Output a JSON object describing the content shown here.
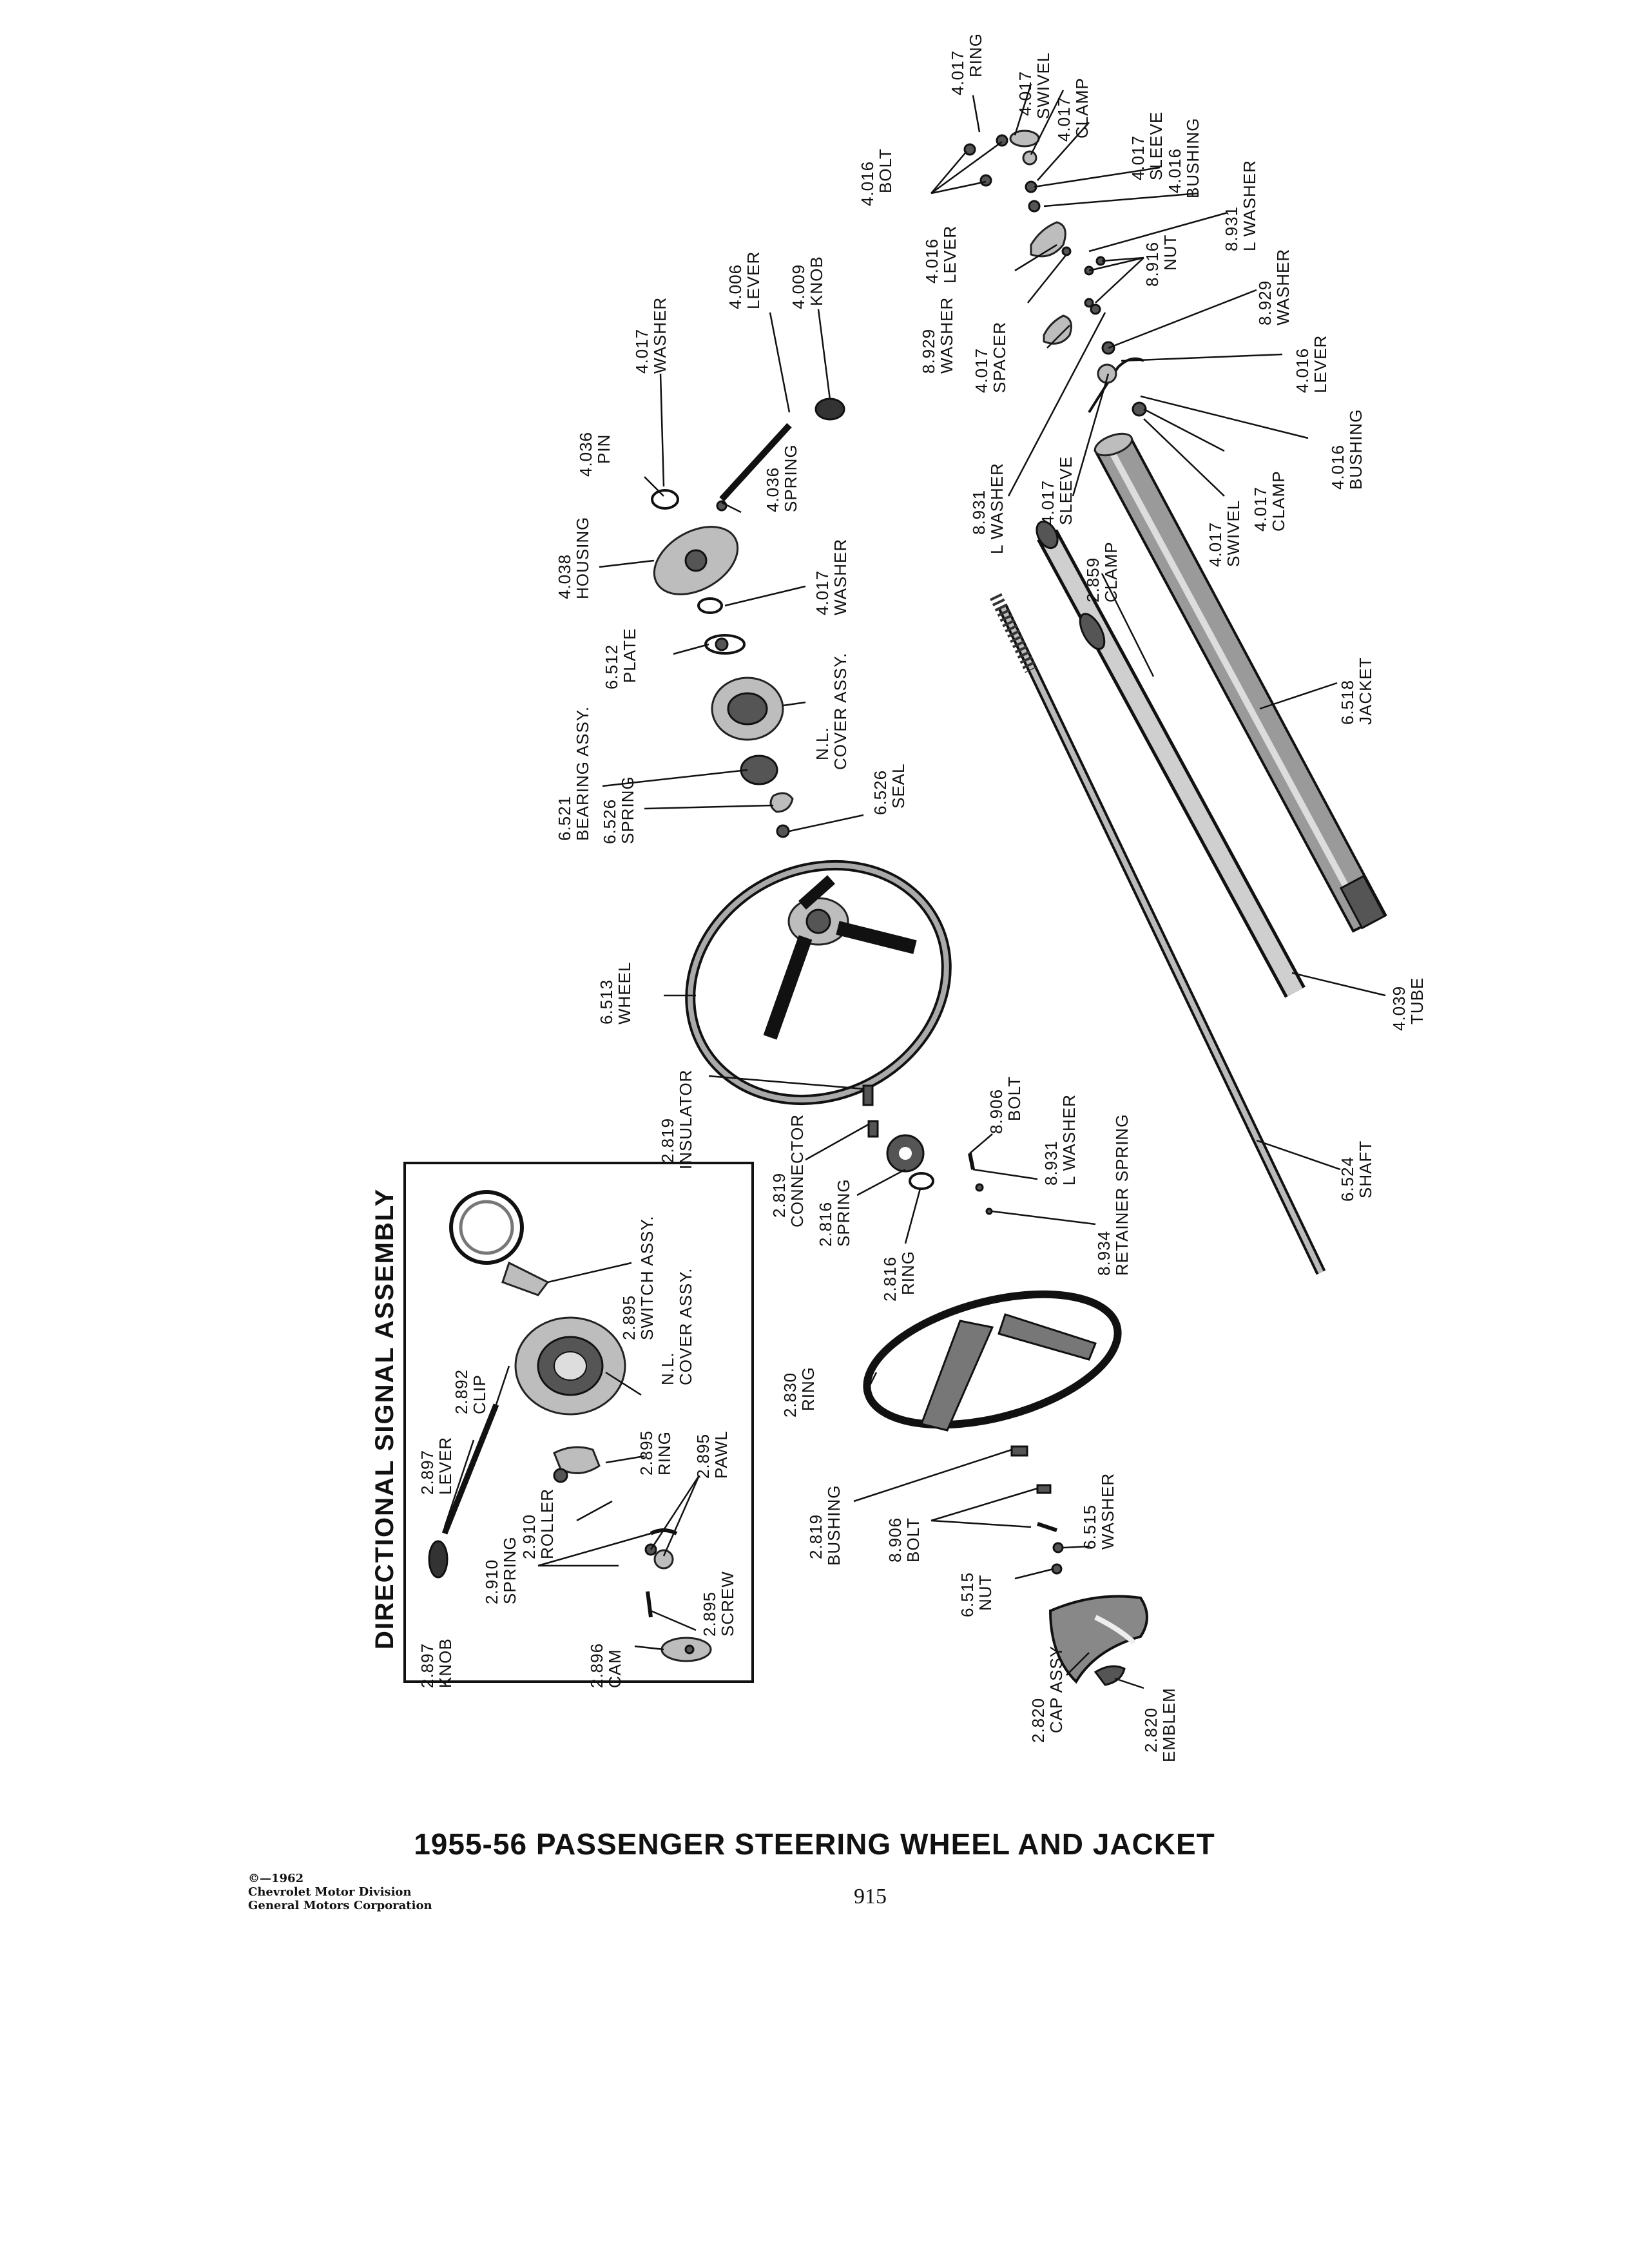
{
  "page": {
    "title": "1955-56 PASSENGER STEERING WHEEL AND JACKET",
    "page_number": "915",
    "copyright": [
      "©—1962",
      "Chevrolet Motor Division",
      "General Motors Corporation"
    ]
  },
  "inset": {
    "title": "DIRECTIONAL SIGNAL ASSEMBLY",
    "labels": [
      {
        "num": "2.897",
        "name": "KNOB"
      },
      {
        "num": "2.897",
        "name": "LEVER"
      },
      {
        "num": "2.892",
        "name": "CLIP"
      },
      {
        "num": "2.895",
        "name": "SWITCH ASSY."
      },
      {
        "num": "N.L.",
        "name": "COVER ASSY."
      },
      {
        "num": "2.895",
        "name": "RING"
      },
      {
        "num": "2.895",
        "name": "PAWL"
      },
      {
        "num": "2.910",
        "name": "ROLLER"
      },
      {
        "num": "2.910",
        "name": "SPRING"
      },
      {
        "num": "2.895",
        "name": "SCREW"
      },
      {
        "num": "2.896",
        "name": "CAM"
      }
    ]
  },
  "labels": [
    {
      "num": "4.017",
      "name": "RING"
    },
    {
      "num": "4.017",
      "name": "SWIVEL"
    },
    {
      "num": "4.017",
      "name": "CLAMP"
    },
    {
      "num": "4.017",
      "name": "SLEEVE"
    },
    {
      "num": "4.016",
      "name": "BUSHING"
    },
    {
      "num": "8.931",
      "name": "L WASHER"
    },
    {
      "num": "4.016",
      "name": "BOLT"
    },
    {
      "num": "4.016",
      "name": "LEVER"
    },
    {
      "num": "8.929",
      "name": "WASHER"
    },
    {
      "num": "8.916",
      "name": "NUT"
    },
    {
      "num": "8.929",
      "name": "WASHER"
    },
    {
      "num": "4.016",
      "name": "LEVER"
    },
    {
      "num": "4.017",
      "name": "SPACER"
    },
    {
      "num": "8.931",
      "name": "L WASHER"
    },
    {
      "num": "4.017",
      "name": "SLEEVE"
    },
    {
      "num": "4.016",
      "name": "BUSHING"
    },
    {
      "num": "4.017",
      "name": "CLAMP"
    },
    {
      "num": "4.017",
      "name": "SWIVEL"
    },
    {
      "num": "4.006",
      "name": "LEVER"
    },
    {
      "num": "4.009",
      "name": "KNOB"
    },
    {
      "num": "4.017",
      "name": "WASHER"
    },
    {
      "num": "4.036",
      "name": "PIN"
    },
    {
      "num": "4.036",
      "name": "SPRING"
    },
    {
      "num": "4.038",
      "name": "HOUSING"
    },
    {
      "num": "4.017",
      "name": "WASHER"
    },
    {
      "num": "6.512",
      "name": "PLATE"
    },
    {
      "num": "N.L.",
      "name": "COVER ASSY."
    },
    {
      "num": "6.521",
      "name": "BEARING ASSY."
    },
    {
      "num": "6.526",
      "name": "SPRING"
    },
    {
      "num": "6.526",
      "name": "SEAL"
    },
    {
      "num": "2.859",
      "name": "CLAMP"
    },
    {
      "num": "6.518",
      "name": "JACKET"
    },
    {
      "num": "6.513",
      "name": "WHEEL"
    },
    {
      "num": "4.039",
      "name": "TUBE"
    },
    {
      "num": "2.819",
      "name": "INSULATOR"
    },
    {
      "num": "8.906",
      "name": "BOLT"
    },
    {
      "num": "8.931",
      "name": "L WASHER"
    },
    {
      "num": "6.524",
      "name": "SHAFT"
    },
    {
      "num": "2.819",
      "name": "CONNECTOR"
    },
    {
      "num": "8.934",
      "name": "RETAINER SPRING"
    },
    {
      "num": "2.816",
      "name": "SPRING"
    },
    {
      "num": "2.816",
      "name": "RING"
    },
    {
      "num": "2.830",
      "name": "RING"
    },
    {
      "num": "2.819",
      "name": "BUSHING"
    },
    {
      "num": "8.906",
      "name": "BOLT"
    },
    {
      "num": "6.515",
      "name": "WASHER"
    },
    {
      "num": "6.515",
      "name": "NUT"
    },
    {
      "num": "2.820",
      "name": "CAP ASSY"
    },
    {
      "num": "2.820",
      "name": "EMBLEM"
    }
  ]
}
